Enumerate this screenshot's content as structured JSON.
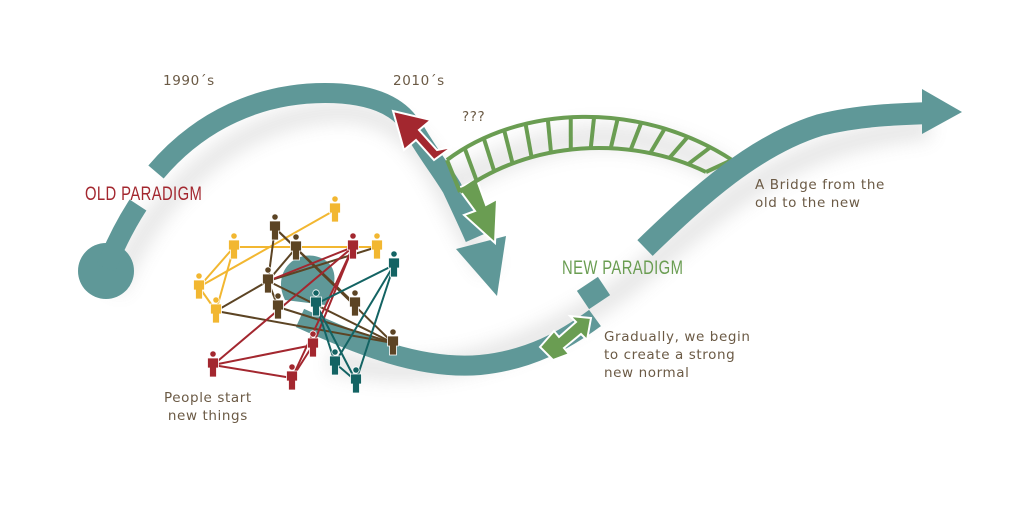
{
  "colors": {
    "path": "#5f9898",
    "old_accent": "#a3272f",
    "new_accent": "#6a9d52",
    "text": "#6b5a45",
    "yellow": "#f2b731",
    "brown": "#5c4424",
    "red": "#a3272f",
    "teal": "#136363"
  },
  "labels": {
    "era_1990": "1990´s",
    "era_2010": "2010´s",
    "question": "???",
    "old_paradigm": "OLD PARADIGM",
    "new_paradigm": "NEW PARADIGM",
    "people_start": "People start\nnew things",
    "bridge": "A Bridge from the\nold to the new",
    "gradually": "Gradually, we begin\nto create a strong\nnew normal"
  },
  "network": {
    "people": [
      {
        "id": "y1",
        "group": "yellow"
      },
      {
        "id": "y2",
        "group": "yellow"
      },
      {
        "id": "y3",
        "group": "yellow"
      },
      {
        "id": "y4",
        "group": "yellow"
      },
      {
        "id": "y5",
        "group": "yellow"
      },
      {
        "id": "b1",
        "group": "brown"
      },
      {
        "id": "b2",
        "group": "brown"
      },
      {
        "id": "b3",
        "group": "brown"
      },
      {
        "id": "b4",
        "group": "brown"
      },
      {
        "id": "b5",
        "group": "brown"
      },
      {
        "id": "b6",
        "group": "brown"
      },
      {
        "id": "r1",
        "group": "red"
      },
      {
        "id": "r2",
        "group": "red"
      },
      {
        "id": "r3",
        "group": "red"
      },
      {
        "id": "r4",
        "group": "red"
      },
      {
        "id": "t1",
        "group": "teal"
      },
      {
        "id": "t2",
        "group": "teal"
      },
      {
        "id": "t3",
        "group": "teal"
      },
      {
        "id": "t4",
        "group": "teal"
      }
    ],
    "links": [
      {
        "from": "y2",
        "to": "y3",
        "group": "yellow"
      },
      {
        "from": "y4",
        "to": "y1",
        "group": "yellow"
      },
      {
        "from": "y2",
        "to": "y4",
        "group": "yellow"
      },
      {
        "from": "y2",
        "to": "y5",
        "group": "yellow"
      },
      {
        "from": "y4",
        "to": "y5",
        "group": "yellow"
      },
      {
        "from": "b1",
        "to": "b2",
        "group": "brown"
      },
      {
        "from": "b1",
        "to": "b3",
        "group": "brown"
      },
      {
        "from": "b2",
        "to": "b3",
        "group": "brown"
      },
      {
        "from": "b2",
        "to": "b5",
        "group": "brown"
      },
      {
        "from": "b1",
        "to": "b6",
        "group": "brown"
      },
      {
        "from": "b3",
        "to": "y3",
        "group": "brown"
      },
      {
        "from": "b3",
        "to": "y5",
        "group": "brown"
      },
      {
        "from": "b3",
        "to": "b4",
        "group": "brown"
      },
      {
        "from": "b4",
        "to": "b6",
        "group": "brown"
      },
      {
        "from": "y5",
        "to": "b6",
        "group": "brown"
      },
      {
        "from": "b3",
        "to": "b6",
        "group": "brown"
      },
      {
        "from": "r1",
        "to": "r2",
        "group": "red"
      },
      {
        "from": "r1",
        "to": "r4",
        "group": "red"
      },
      {
        "from": "r1",
        "to": "r3",
        "group": "red"
      },
      {
        "from": "r1",
        "to": "b3",
        "group": "red"
      },
      {
        "from": "r3",
        "to": "r2",
        "group": "red"
      },
      {
        "from": "r3",
        "to": "r4",
        "group": "red"
      },
      {
        "from": "r2",
        "to": "r4",
        "group": "red"
      },
      {
        "from": "t1",
        "to": "t2",
        "group": "teal"
      },
      {
        "from": "t1",
        "to": "t3",
        "group": "teal"
      },
      {
        "from": "t1",
        "to": "t4",
        "group": "teal"
      },
      {
        "from": "t2",
        "to": "t3",
        "group": "teal"
      },
      {
        "from": "t2",
        "to": "t4",
        "group": "teal"
      },
      {
        "from": "t3",
        "to": "t4",
        "group": "teal"
      }
    ]
  }
}
